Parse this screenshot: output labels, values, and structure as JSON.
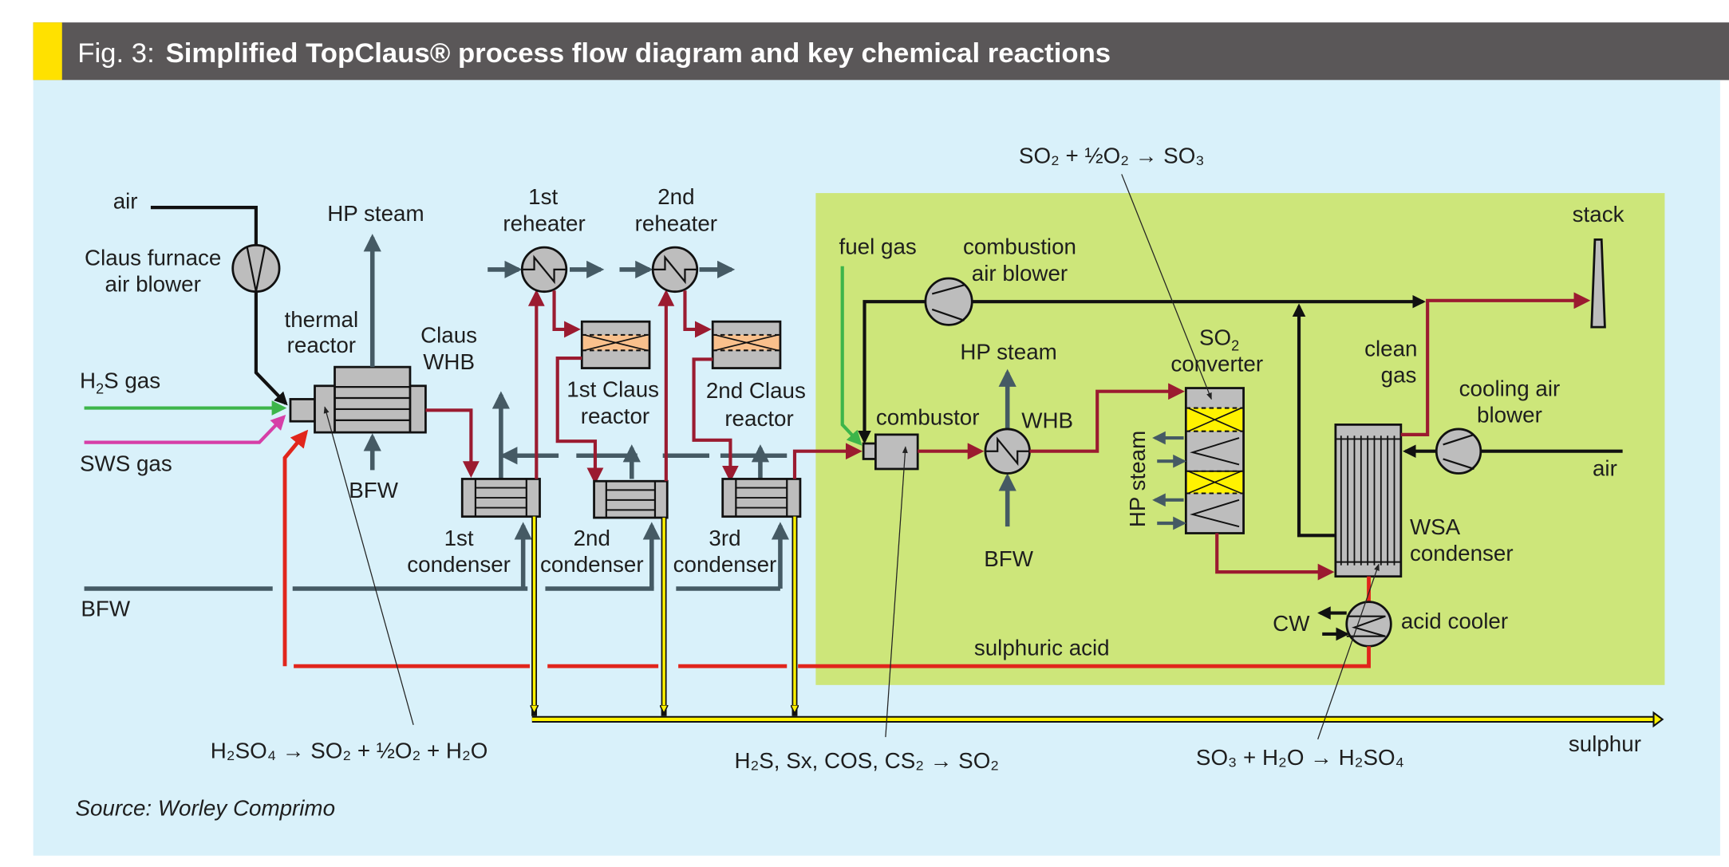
{
  "header": {
    "prefix": "Fig. 3:",
    "title": "Simplified TopClaus® process flow diagram and key chemical reactions"
  },
  "colors": {
    "header_bg": "#5a5758",
    "header_accent": "#ffe100",
    "panel_bg": "#d9f1fa",
    "wsa_section_bg": "#cde67a",
    "process_gas": "#9b1b30",
    "acid_line": "#e1261c",
    "h2s_gas": "#3db54a",
    "sws_gas": "#d63fa7",
    "steam_water": "#455a64",
    "sulphur": "#fff200",
    "equipment": "#bdbdbd",
    "catalyst_claus": "#f9c08c",
    "catalyst_so2": "#fff200"
  },
  "labels": {
    "air_in": "air",
    "claus_blower": [
      "Claus furnace",
      "air blower"
    ],
    "h2s_gas": [
      "H",
      "2",
      "S gas"
    ],
    "sws_gas": "SWS gas",
    "thermal_reactor": [
      "thermal",
      "reactor"
    ],
    "hp_steam_1": "HP steam",
    "claus_whb": [
      "Claus",
      "WHB"
    ],
    "bfw_1": "BFW",
    "bfw_header": "BFW",
    "reheater_1": [
      "1st",
      "reheater"
    ],
    "reheater_2": [
      "2nd",
      "reheater"
    ],
    "claus_reactor_1": [
      "1st Claus",
      "reactor"
    ],
    "claus_reactor_2": [
      "2nd Claus",
      "reactor"
    ],
    "condenser_1": [
      "1st",
      "condenser"
    ],
    "condenser_2": [
      "2nd",
      "condenser"
    ],
    "condenser_3": [
      "3rd",
      "condenser"
    ],
    "fuel_gas": "fuel gas",
    "combustion_blower": [
      "combustion",
      "air blower"
    ],
    "hp_steam_2": "HP steam",
    "combustor": "combustor",
    "whb": "WHB",
    "bfw_2": "BFW",
    "so2_converter": [
      "SO",
      "2",
      "converter"
    ],
    "hp_steam_vertical": "HP steam",
    "clean_gas": [
      "clean",
      "gas"
    ],
    "stack": "stack",
    "cooling_blower": [
      "cooling air",
      "blower"
    ],
    "air_cooling": "air",
    "wsa_condenser": [
      "WSA",
      "condenser"
    ],
    "cw": "CW",
    "acid_cooler": "acid cooler",
    "sulphuric_acid": "sulphuric acid",
    "sulphur": "sulphur"
  },
  "reactions": {
    "so2_oxidation": "SO₂ + ½O₂ → SO₃",
    "acid_decomposition": "H₂SO₄ → SO₂ + ½O₂ + H₂O",
    "combustion": "H₂S, Sx, COS, CS₂ → SO₂",
    "hydration": "SO₃ + H₂O → H₂SO₄"
  },
  "source": "Source: Worley Comprimo"
}
